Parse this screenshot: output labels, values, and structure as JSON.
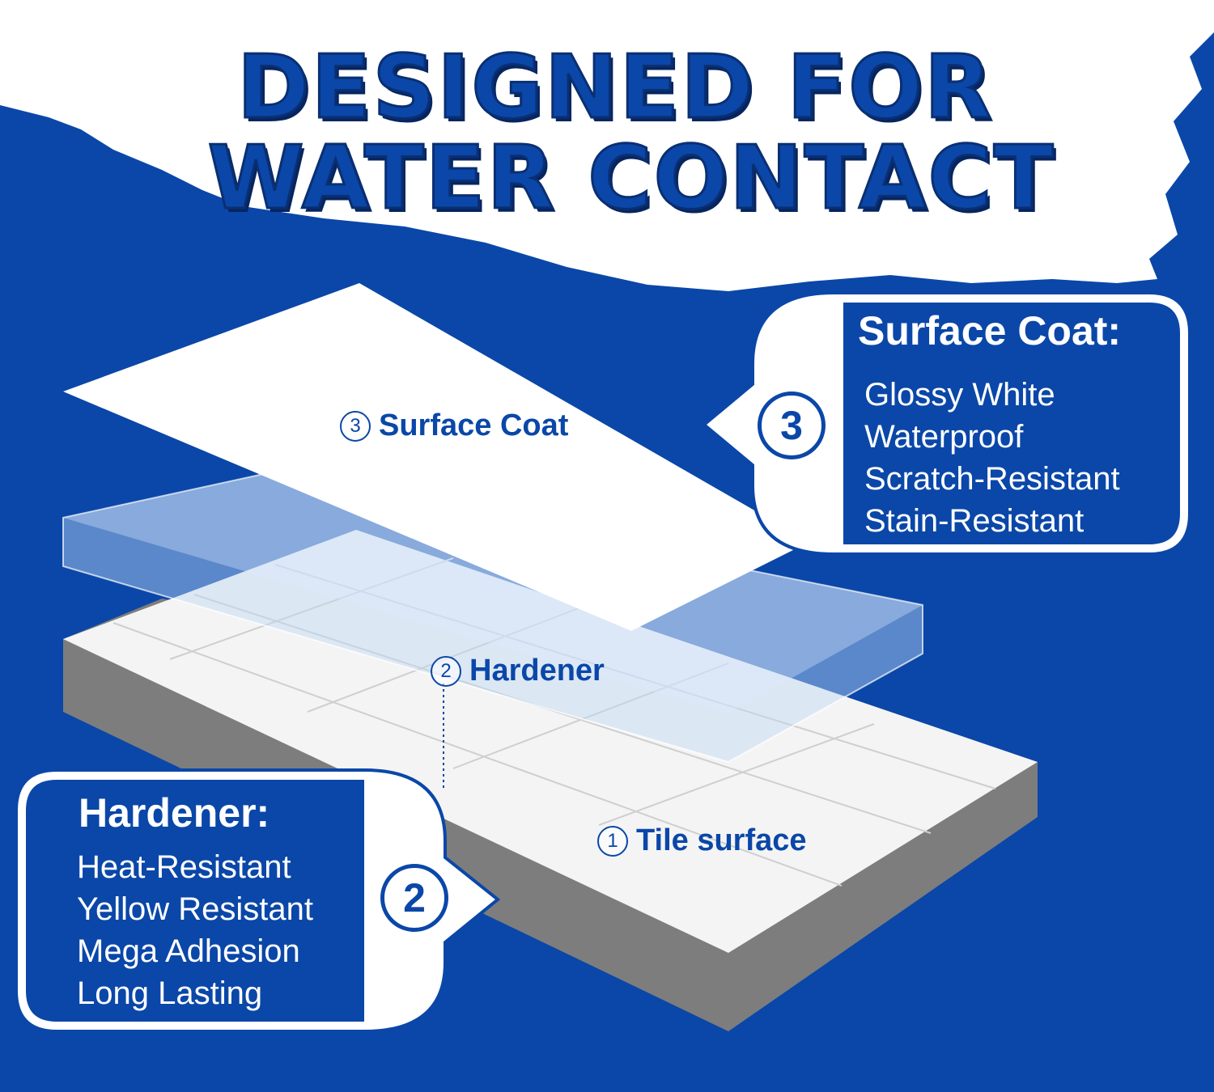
{
  "headline": {
    "line1": "DESIGNED FOR",
    "line2": "WATER CONTACT"
  },
  "layers": {
    "surface": {
      "number": "3",
      "label": "Surface Coat"
    },
    "hardener": {
      "number": "2",
      "label": "Hardener"
    },
    "tile": {
      "number": "1",
      "label": "Tile surface"
    }
  },
  "callout_surface": {
    "number": "3",
    "title": "Surface Coat:",
    "items": [
      "Glossy White",
      "Waterproof",
      "Scratch-Resistant",
      "Stain-Resistant"
    ]
  },
  "callout_hardener": {
    "number": "2",
    "title": "Hardener:",
    "items": [
      "Heat-Resistant",
      "Yellow Resistant",
      "Mega Adhesion",
      "Long Lasting"
    ]
  },
  "colors": {
    "brand_blue": "#0a47a8",
    "dark_blue": "#062560",
    "white": "#ffffff",
    "tile_side": "#7d7d7d"
  }
}
